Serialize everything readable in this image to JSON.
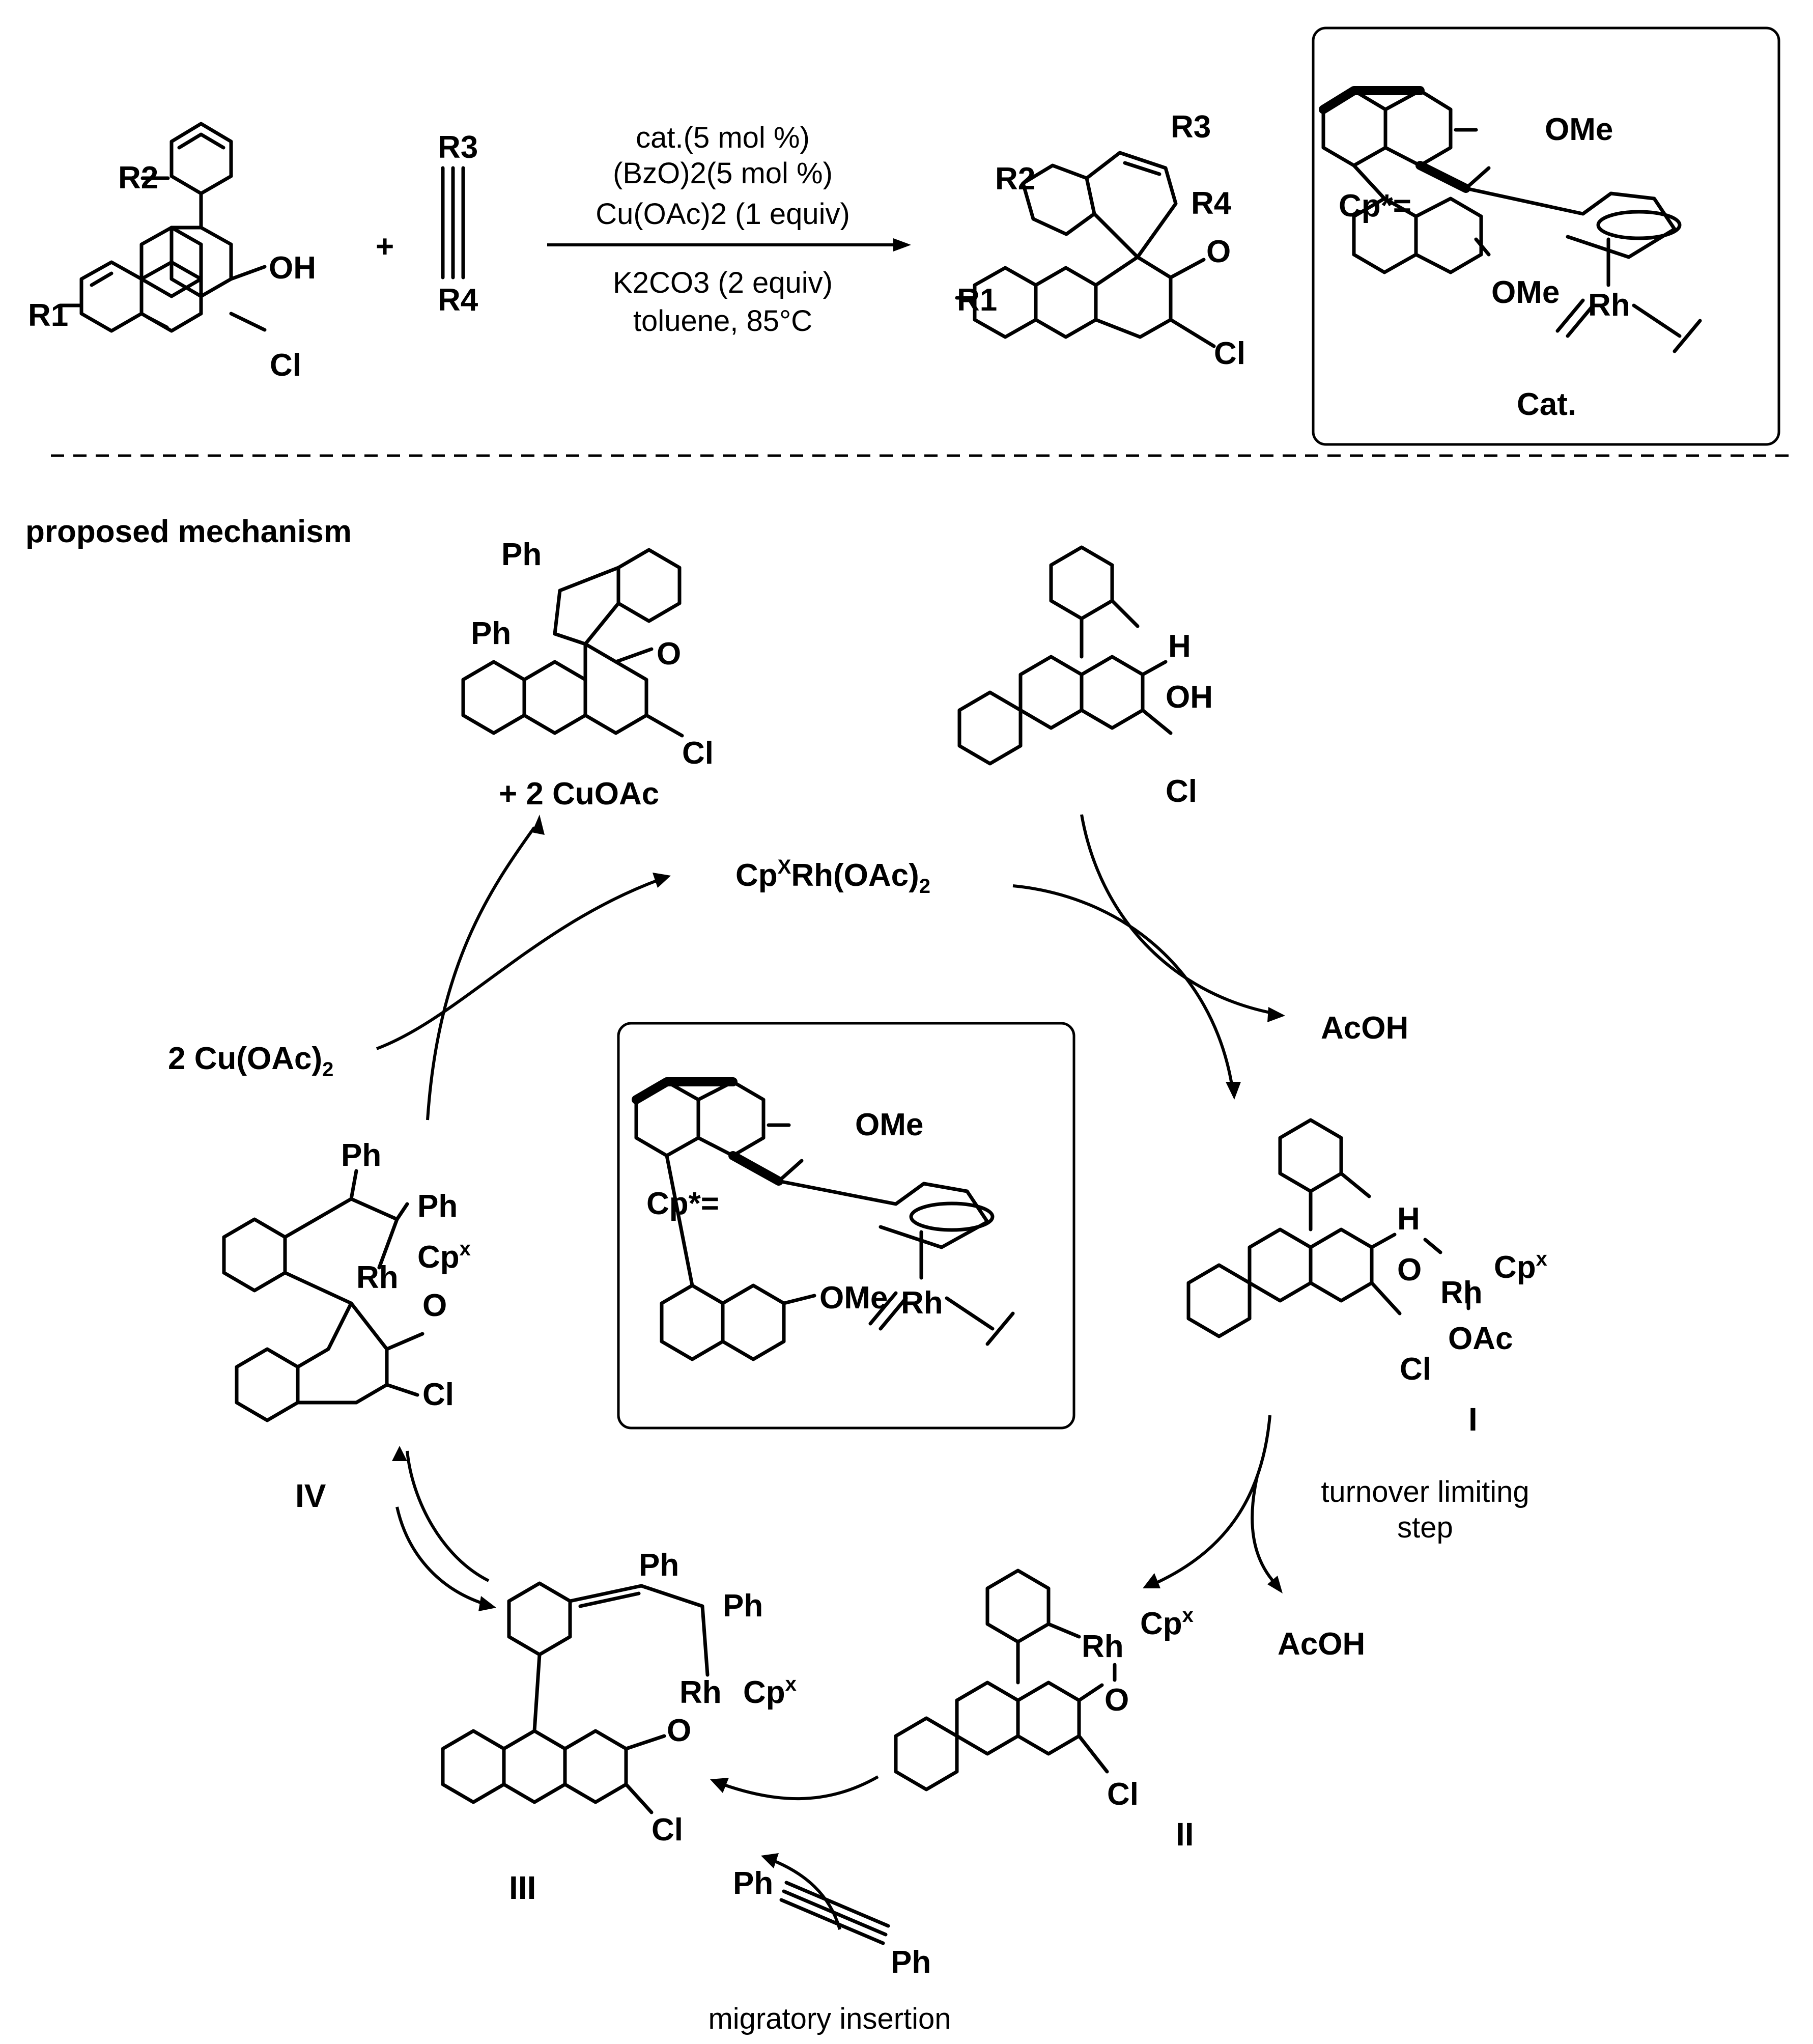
{
  "top_scheme": {
    "reactant_1": {
      "substituents": [
        "R2",
        "R1"
      ],
      "groups": [
        "OH",
        "Cl"
      ]
    },
    "plus": "+",
    "reactant_2": {
      "substituents": [
        "R3",
        "R4"
      ]
    },
    "conditions_above": [
      "cat.(5 mol %)",
      "(BzO)2(5 mol %)",
      "Cu(OAc)2 (1 equiv)"
    ],
    "conditions_below": [
      "K2CO3 (2 equiv)",
      "toluene, 85°C"
    ],
    "product": {
      "substituents": [
        "R3",
        "R2",
        "R4",
        "R1"
      ],
      "groups": [
        "O",
        "Cl"
      ]
    },
    "catalyst_box": {
      "cp_label": "Cp*=",
      "ome_top": "OMe",
      "ome_bottom": "OMe",
      "metal": "Rh",
      "caption": "Cat."
    }
  },
  "mechanism": {
    "title": "proposed mechanism",
    "center_species": "CpXRh(OAc)2",
    "reagent_left": "2 Cu(OAc)2",
    "byproduct_top_right": "AcOH",
    "byproduct_right": "AcOH",
    "product_label": "+ 2 CuOAc",
    "step_note": [
      "turnover limiting",
      "step"
    ],
    "alkyne_reagent": [
      "Ph",
      "Ph"
    ],
    "step_insertion": "migratory insertion",
    "intermediates": {
      "I": "I",
      "II": "II",
      "III": "III",
      "IV": "IV"
    },
    "labels": {
      "ph": "Ph",
      "h": "H",
      "oh": "OH",
      "cl": "Cl",
      "o": "O",
      "rh": "Rh",
      "cpx": "Cp",
      "cpx_sup": "x",
      "oac": "OAc",
      "ome": "OMe",
      "cp_star": "Cp*="
    }
  }
}
